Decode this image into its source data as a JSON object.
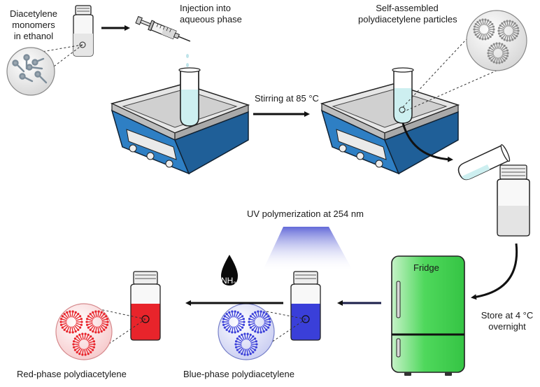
{
  "labels": {
    "monomers": [
      "Diacetylene",
      "monomers",
      "in ethanol"
    ],
    "injection": [
      "Injection into",
      "aqueous phase"
    ],
    "particles": [
      "Self-assembled",
      "polydiacetylene particles"
    ],
    "stirring": "Stirring at 85 °C",
    "uv": "UV polymerization at 254 nm",
    "fridge": "Fridge",
    "store": [
      "Store at 4 °C",
      "overnight"
    ],
    "nh3_main": "NH",
    "nh3_sub": "3",
    "red_phase": "Red-phase polydiacetylene",
    "blue_phase": "Blue-phase polydiacetylene"
  },
  "colors": {
    "plate_blue": "#2e7fc4",
    "plate_top": "#e8e8e8",
    "liquid_cyan": "#cdeff0",
    "fridge_green": "#3ccf4e",
    "red_phase": "#e8242b",
    "blue_phase": "#3a3fd9",
    "uv_light": "#6a70d8"
  },
  "icons": [
    "syringe-icon",
    "hot-plate-stirrer-icon",
    "vial-icon",
    "test-tube-icon",
    "fridge-icon",
    "droplet-icon",
    "micelle-icon"
  ]
}
